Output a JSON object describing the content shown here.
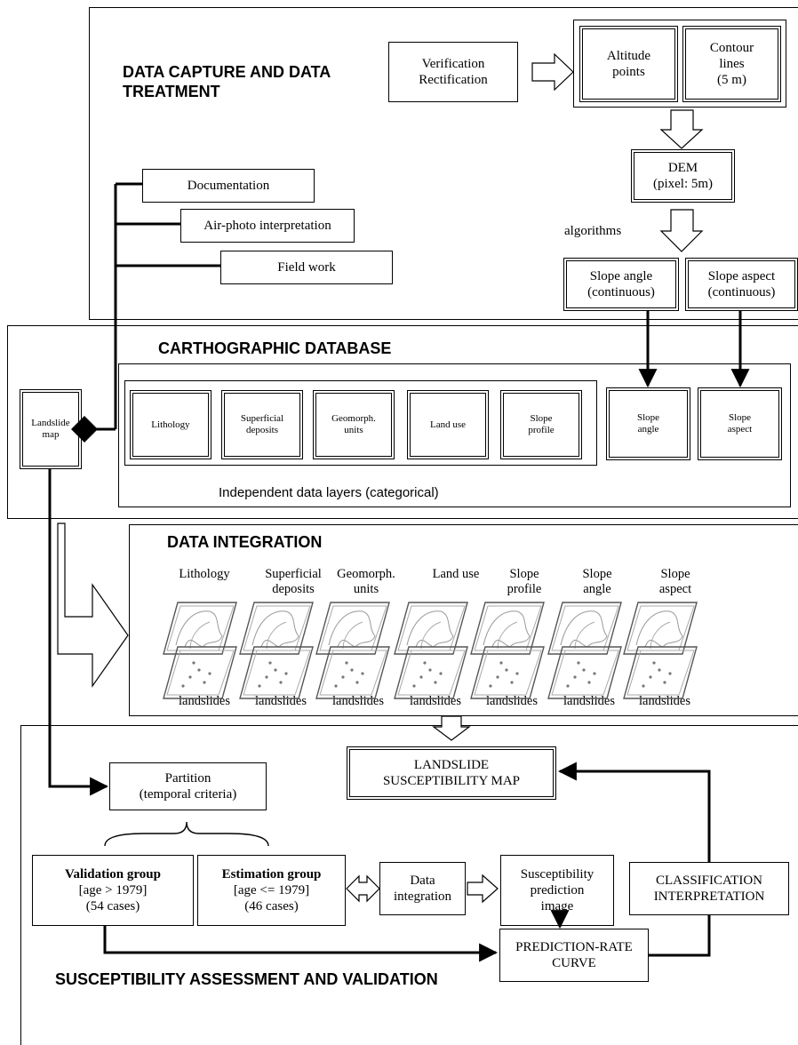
{
  "sections": {
    "capture": "DATA CAPTURE AND DATA\nTREATMENT",
    "database": "CARTHOGRAPHIC DATABASE",
    "integration": "DATA INTEGRATION",
    "assessment": "SUSCEPTIBILITY ASSESSMENT AND VALIDATION"
  },
  "capture": {
    "verification": "Verification\nRectification",
    "altitude": "Altitude\npoints",
    "contour": "Contour\nlines\n(5 m)",
    "dem": "DEM\n(pixel: 5m)",
    "algorithms": "algorithms",
    "slope_angle": "Slope angle\n(continuous)",
    "slope_aspect": "Slope aspect\n(continuous)",
    "documentation": "Documentation",
    "airphoto": "Air-photo interpretation",
    "fieldwork": "Field work"
  },
  "database": {
    "landslide_map": "Landslide\nmap",
    "layers": [
      "Lithology",
      "Superficial\ndeposits",
      "Geomorph.\nunits",
      "Land use",
      "Slope\nprofile"
    ],
    "slope_angle": "Slope\nangle",
    "slope_aspect": "Slope\naspect",
    "caption": "Independent data layers (categorical)"
  },
  "integration": {
    "layers": [
      "Lithology",
      "Superficial\ndeposits",
      "Geomorph.\nunits",
      "Land use",
      "Slope\nprofile",
      "Slope\nangle",
      "Slope\naspect"
    ],
    "landslides": "landslides"
  },
  "assessment": {
    "susceptibility_map": "LANDSLIDE\nSUSCEPTIBILITY MAP",
    "partition": "Partition\n(temporal criteria)",
    "validation_title": "Validation group",
    "validation_body": "[age > 1979]\n(54 cases)",
    "estimation_title": "Estimation group",
    "estimation_body": "[age <= 1979]\n(46 cases)",
    "data_integration": "Data\nintegration",
    "prediction_image": "Susceptibility\nprediction\nimage",
    "classification": "CLASSIFICATION\nINTERPRETATION",
    "prediction_curve": "PREDICTION-RATE\nCURVE"
  }
}
